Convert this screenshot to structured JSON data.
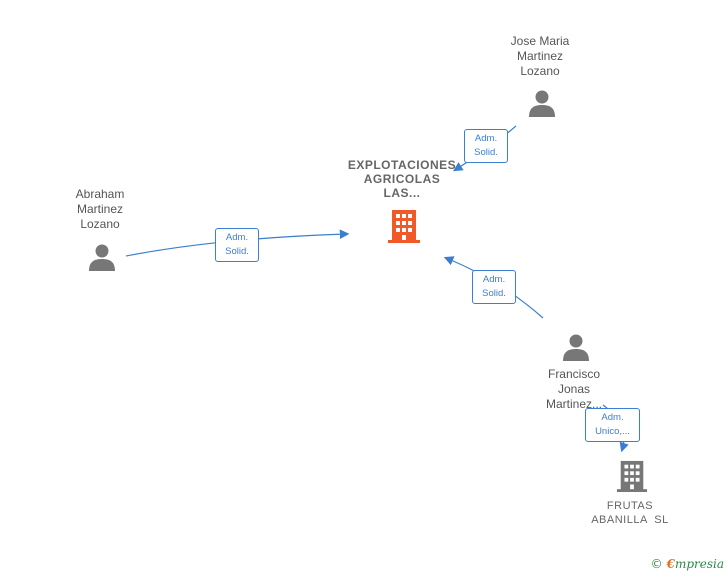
{
  "nodes": {
    "jose": {
      "label_lines": [
        "Jose Maria",
        "Martinez",
        "Lozano"
      ]
    },
    "abraham": {
      "label_lines": [
        "Abraham",
        "Martinez",
        "Lozano"
      ]
    },
    "francisco": {
      "label_lines": [
        "Francisco",
        "Jonas",
        "Martinez..."
      ]
    },
    "explotaciones": {
      "label_lines": [
        "EXPLOTACIONES",
        "AGRICOLAS",
        "LAS..."
      ]
    },
    "frutas": {
      "label_lines": [
        "FRUTAS",
        "ABANILLA  SL"
      ]
    }
  },
  "edges": {
    "jose_to_explotaciones": {
      "lines": [
        "Adm.",
        "Solid."
      ]
    },
    "abraham_to_explotaciones": {
      "lines": [
        "Adm.",
        "Solid."
      ]
    },
    "francisco_to_explotaciones": {
      "lines": [
        "Adm.",
        "Solid."
      ]
    },
    "francisco_to_frutas": {
      "lines": [
        "Adm.",
        "Unico,..."
      ]
    }
  },
  "colors": {
    "edge": "#3a7fd0",
    "person_icon": "#777777",
    "focus_company_icon": "#f05a28",
    "company_icon": "#777777"
  },
  "footer": {
    "copyright_symbol": "©",
    "brand_first": "€",
    "brand_rest": "mpresia"
  }
}
